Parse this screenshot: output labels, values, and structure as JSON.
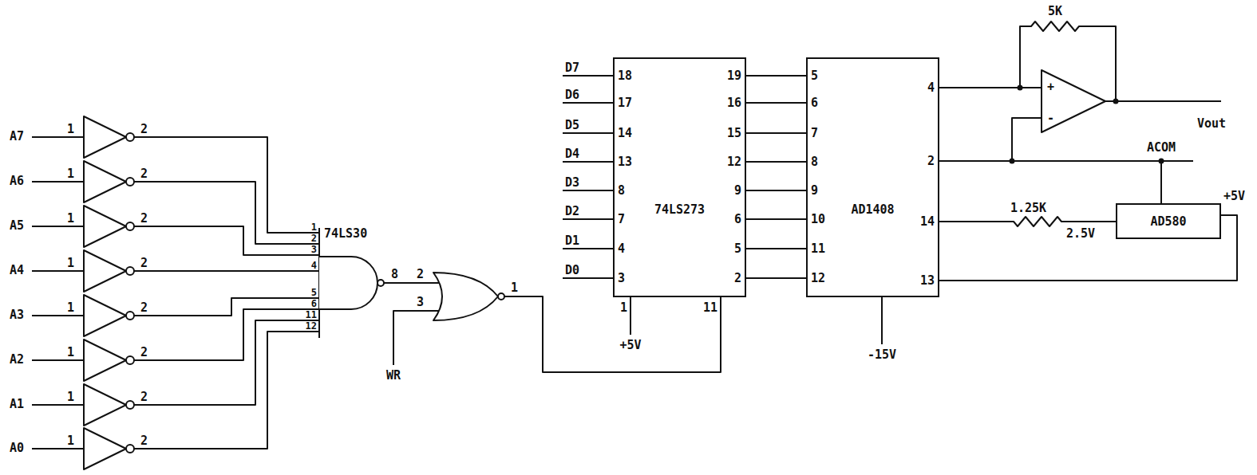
{
  "diagram": {
    "nodes": [
      {
        "text": [
          "74LS273"
        ]
      },
      {
        "text": [
          "AD1408"
        ]
      },
      {
        "text": [
          "AD580"
        ]
      }
    ],
    "edges": [
      {
        "from": 0,
        "to": 1,
        "arrow": "none"
      },
      {
        "from": 0,
        "to": 1,
        "arrow": "none"
      },
      {
        "from": 0,
        "to": 1,
        "arrow": "none"
      },
      {
        "from": 0,
        "to": 1,
        "arrow": "none"
      },
      {
        "from": 0,
        "to": 1,
        "arrow": "none"
      },
      {
        "from": 0,
        "to": 1,
        "arrow": "none"
      },
      {
        "from": 0,
        "to": 1,
        "arrow": "none"
      },
      {
        "from": 0,
        "to": 1,
        "arrow": "none"
      },
      {
        "from": 1,
        "to": 2,
        "arrow": "none"
      },
      {
        "from": 2,
        "to": 1,
        "arrow": "none"
      },
      {
        "from": 2,
        "to": 1,
        "arrow": "none"
      }
    ],
    "labels": [
      "A7",
      "1",
      "2",
      "A6",
      "1",
      "2",
      "A5",
      "1",
      "2",
      "A4",
      "1",
      "2",
      "A3",
      "1",
      "2",
      "A2",
      "1",
      "2",
      "A1",
      "1",
      "2",
      "A0",
      "1",
      "2",
      "1",
      "2",
      "3",
      "4",
      "5",
      "6",
      "11",
      "12",
      "74LS30",
      "8",
      "2",
      "3",
      "1",
      "WR",
      "D7",
      "18",
      "19",
      "D6",
      "17",
      "16",
      "D5",
      "14",
      "15",
      "D4",
      "13",
      "12",
      "D3",
      "8",
      "9",
      "D2",
      "7",
      "6",
      "D1",
      "4",
      "5",
      "D0",
      "3",
      "2",
      "1",
      "11",
      "+5V",
      "5",
      "6",
      "7",
      "8",
      "9",
      "10",
      "11",
      "12",
      "4",
      "2",
      "14",
      "13",
      "-15V",
      "+",
      "-",
      "5K",
      "Vout",
      "ACOM",
      "1.25K",
      "2.5V",
      "+5V"
    ]
  }
}
